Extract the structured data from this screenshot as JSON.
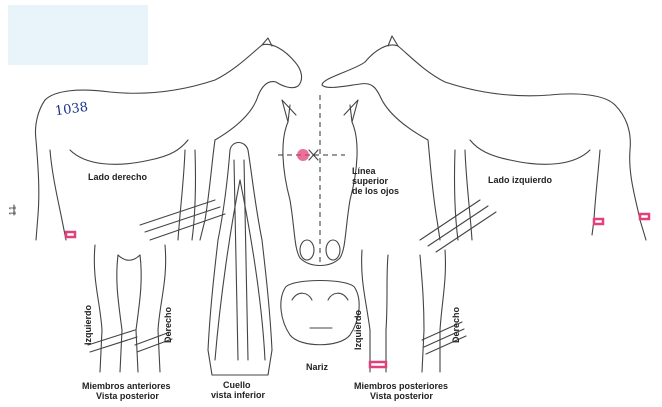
{
  "labels": {
    "right_side": "Lado derecho",
    "left_side": "Lado izquierdo",
    "eye_line": [
      "Línea",
      "superior",
      "de los ojos"
    ],
    "front_legs": [
      "Miembros anteriores",
      "Vista posterior"
    ],
    "neck": [
      "Cuello",
      "vista inferior"
    ],
    "nose": "Nariz",
    "hind_legs": [
      "Miembros posteriores",
      "Vista posterior"
    ],
    "front_left_side": "Izquierdo",
    "front_right_side": "Derecho",
    "hind_left_side": "Izquierdo",
    "hind_right_side": "Derecho"
  },
  "handwritten": {
    "number": "1038",
    "page_mark": "11"
  },
  "colors": {
    "line": "#444444",
    "marking": "#e0417a",
    "ink": "#1a2f8a",
    "header_patch": "#e8f3fa"
  }
}
